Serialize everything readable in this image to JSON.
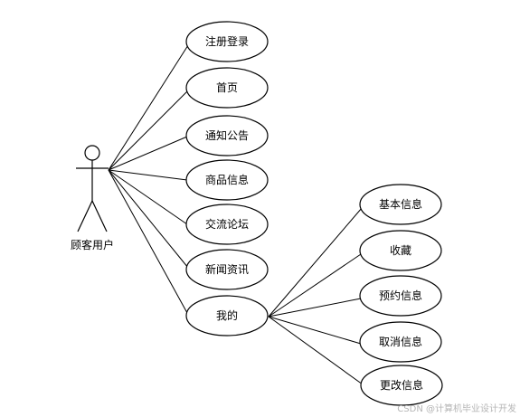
{
  "actor": {
    "label": "顾客用户"
  },
  "use_cases": [
    {
      "label": "注册登录"
    },
    {
      "label": "首页"
    },
    {
      "label": "通知公告"
    },
    {
      "label": "商品信息"
    },
    {
      "label": "交流论坛"
    },
    {
      "label": "新闻资讯"
    },
    {
      "label": "我的"
    }
  ],
  "sub_use_cases": [
    {
      "label": "基本信息"
    },
    {
      "label": "收藏"
    },
    {
      "label": "预约信息"
    },
    {
      "label": "取消信息"
    },
    {
      "label": "更改信息"
    }
  ],
  "watermark": "CSDN @计算机毕业设计开发"
}
